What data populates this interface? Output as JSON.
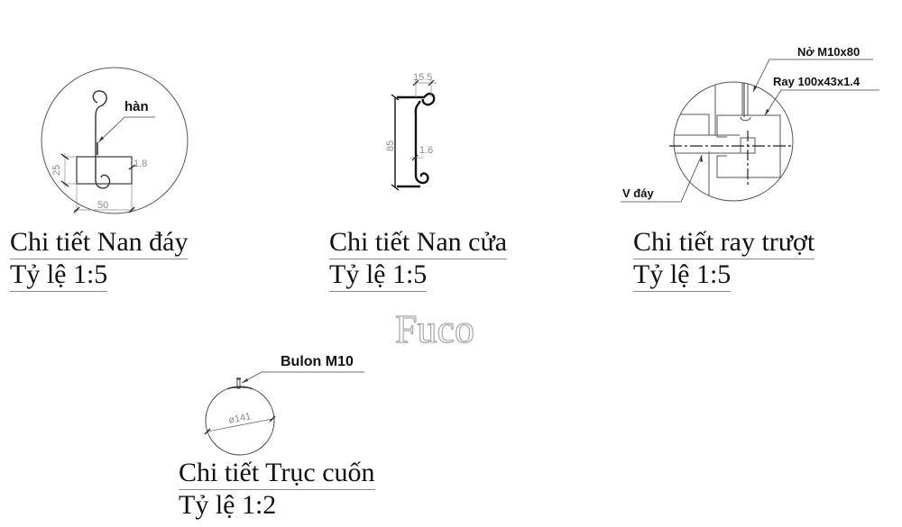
{
  "drawing": {
    "watermark": "Fuco",
    "details": [
      {
        "id": "nan-day",
        "title": "Chi tiết Nan đáy",
        "scale": "Tỷ lệ 1:5",
        "annotations": {
          "weld_label": "hàn",
          "height_dim": "25",
          "width_dim": "50",
          "thickness_dim": "1.8"
        }
      },
      {
        "id": "nan-cua",
        "title": "Chi tiết Nan cửa",
        "scale": "Tỷ lệ 1:5",
        "annotations": {
          "height_dim": "85",
          "curl_width_dim": "15.5",
          "thickness_dim": "1.6"
        }
      },
      {
        "id": "ray-truot",
        "title": "Chi tiết ray trượt",
        "scale": "Tỷ lệ 1:5",
        "annotations": {
          "anchor_label": "Nở M10x80",
          "rail_label": "Ray 100x43x1.4",
          "base_label": "V đáy"
        }
      },
      {
        "id": "truc-cuon",
        "title": "Chi tiết Trục cuốn",
        "scale": "Tỷ lệ 1:2",
        "annotations": {
          "bolt_label": "Bulon M10",
          "diameter_dim": "ø141"
        }
      }
    ]
  }
}
